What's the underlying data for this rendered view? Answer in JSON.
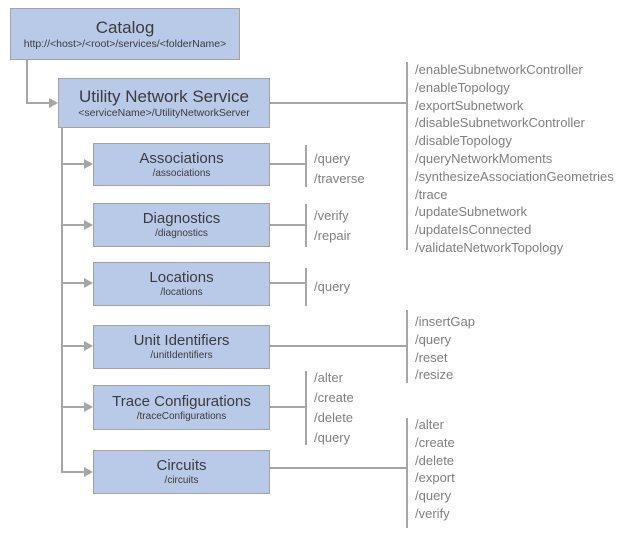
{
  "nodes": {
    "catalog": {
      "title": "Catalog",
      "subtitle": "http://<host>/<root>/services/<folderName>"
    },
    "utility_network_service": {
      "title": "Utility Network Service",
      "subtitle": "<serviceName>/UtilityNetworkServer"
    },
    "associations": {
      "title": "Associations",
      "subtitle": "/associations"
    },
    "diagnostics": {
      "title": "Diagnostics",
      "subtitle": "/diagnostics"
    },
    "locations": {
      "title": "Locations",
      "subtitle": "/locations"
    },
    "unit_identifiers": {
      "title": "Unit Identifiers",
      "subtitle": "/unitIdentifiers"
    },
    "trace_configurations": {
      "title": "Trace Configurations",
      "subtitle": "/traceConfigurations"
    },
    "circuits": {
      "title": "Circuits",
      "subtitle": "/circuits"
    }
  },
  "operations": {
    "utility_network_service": [
      "/enableSubnetworkController",
      "/enableTopology",
      "/exportSubnetwork",
      "/disableSubnetworkController",
      "/disableTopology",
      "/queryNetworkMoments",
      "/synthesizeAssociationGeometries",
      "/trace",
      "/updateSubnetwork",
      "/updateIsConnected",
      "/validateNetworkTopology"
    ],
    "associations": [
      "/query",
      "/traverse"
    ],
    "diagnostics": [
      "/verify",
      "/repair"
    ],
    "locations": [
      "/query"
    ],
    "unit_identifiers": [
      "/insertGap",
      "/query",
      "/reset",
      "/resize"
    ],
    "trace_configurations": [
      "/alter",
      "/create",
      "/delete",
      "/query"
    ],
    "circuits": [
      "/alter",
      "/create",
      "/delete",
      "/export",
      "/query",
      "/verify"
    ]
  },
  "colors": {
    "box_fill": "#b9c9e8",
    "box_border": "#a3a3a3",
    "connector": "#a6a6a6",
    "title_text": "#3b3b3b",
    "operation_text": "#808080"
  }
}
